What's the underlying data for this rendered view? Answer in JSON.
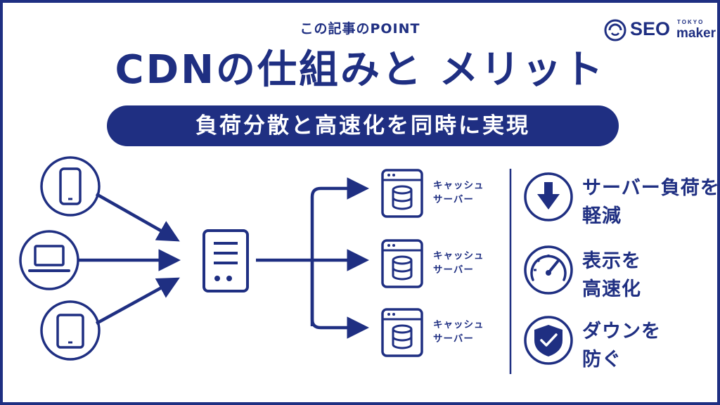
{
  "header": {
    "kicker": "この記事のPOINT",
    "title": "CDNの仕組みと メリット",
    "subtitle": "負荷分散と高速化を同時に実現"
  },
  "logo": {
    "seo": "SEO",
    "tokyo": "TOKYO",
    "maker": "maker",
    "icon": "circle-swirl-icon"
  },
  "diagram": {
    "clients": [
      {
        "icon": "smartphone-icon"
      },
      {
        "icon": "laptop-icon"
      },
      {
        "icon": "tablet-icon"
      }
    ],
    "origin_icon": "server-icon",
    "cache_servers": [
      {
        "line1": "キャッシュ",
        "line2": "サーバー",
        "icon": "cache-server-icon"
      },
      {
        "line1": "キャッシュ",
        "line2": "サーバー",
        "icon": "cache-server-icon"
      },
      {
        "line1": "キャッシュ",
        "line2": "サーバー",
        "icon": "cache-server-icon"
      }
    ]
  },
  "benefits": [
    {
      "line1": "サーバー負荷を",
      "line2": "軽減",
      "icon": "down-arrow-icon"
    },
    {
      "line1": "表示を",
      "line2": "高速化",
      "icon": "speedometer-icon"
    },
    {
      "line1": "ダウンを",
      "line2": "防ぐ",
      "icon": "shield-check-icon"
    }
  ],
  "colors": {
    "primary": "#1f2f82",
    "background": "#ffffff"
  }
}
